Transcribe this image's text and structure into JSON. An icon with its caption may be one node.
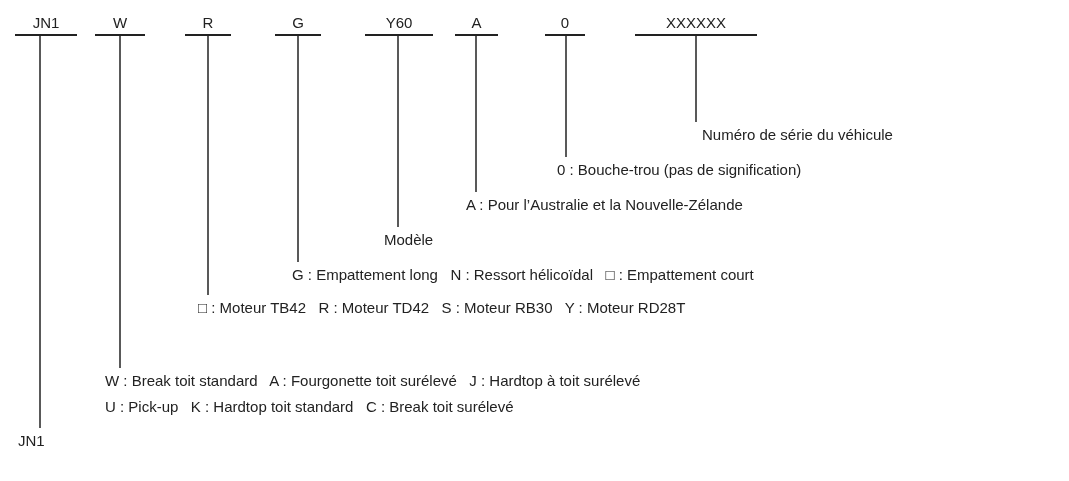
{
  "diagram": {
    "nodes": [
      {
        "text": [
          "JN1"
        ]
      },
      {
        "text": [
          "W"
        ]
      },
      {
        "text": [
          "R"
        ]
      },
      {
        "text": [
          "G"
        ]
      },
      {
        "text": [
          "Y60"
        ]
      },
      {
        "text": [
          "A"
        ]
      },
      {
        "text": [
          "0"
        ]
      },
      {
        "text": [
          "XXXXXX"
        ]
      },
      {
        "text": [
          "Numéro de série du véhicule"
        ]
      },
      {
        "text": [
          "0 : Bouche-trou (pas de signification)"
        ]
      },
      {
        "text": [
          "A : Pour l’Australie et la Nouvelle-Zélande"
        ]
      },
      {
        "text": [
          "Modèle"
        ]
      },
      {
        "text": [
          "G : Empattement long   N : Ressort hélicoïdal   □ : Empattement court"
        ]
      },
      {
        "text": [
          "□ : Moteur TB42   R : Moteur TD42   S : Moteur RB30   Y : Moteur RD28T"
        ]
      },
      {
        "text": [
          "W : Break toit standard   A : Fourgonette toit surélevé   J : Hardtop à toit surélevé",
          "U : Pick-up   K : Hardtop toit standard   C : Break toit surélevé"
        ]
      },
      {
        "text": [
          "JN1"
        ]
      }
    ],
    "edges": [
      {
        "from": 0,
        "to": 15,
        "arrow": "none"
      },
      {
        "from": 1,
        "to": 14,
        "arrow": "none"
      },
      {
        "from": 2,
        "to": 13,
        "arrow": "none"
      },
      {
        "from": 3,
        "to": 12,
        "arrow": "none"
      },
      {
        "from": 4,
        "to": 11,
        "arrow": "none"
      },
      {
        "from": 5,
        "to": 10,
        "arrow": "none"
      },
      {
        "from": 6,
        "to": 9,
        "arrow": "none"
      },
      {
        "from": 7,
        "to": 8,
        "arrow": "none"
      }
    ]
  }
}
